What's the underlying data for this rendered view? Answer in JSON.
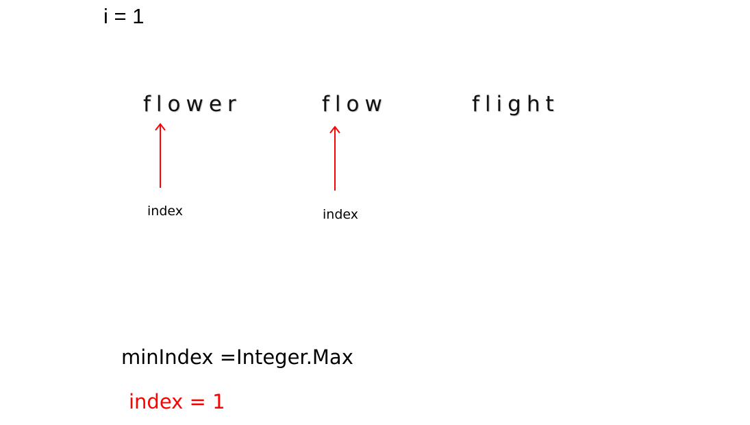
{
  "loop_variable": "i = 1",
  "words": [
    "flower",
    "flow",
    "flight"
  ],
  "pointer_label": "index",
  "min_index_line": "minIndex =Integer.Max",
  "index_line": "index = 1",
  "colors": {
    "text": "#000000",
    "pointer": "#ff0000",
    "highlight": "#ff0000"
  }
}
